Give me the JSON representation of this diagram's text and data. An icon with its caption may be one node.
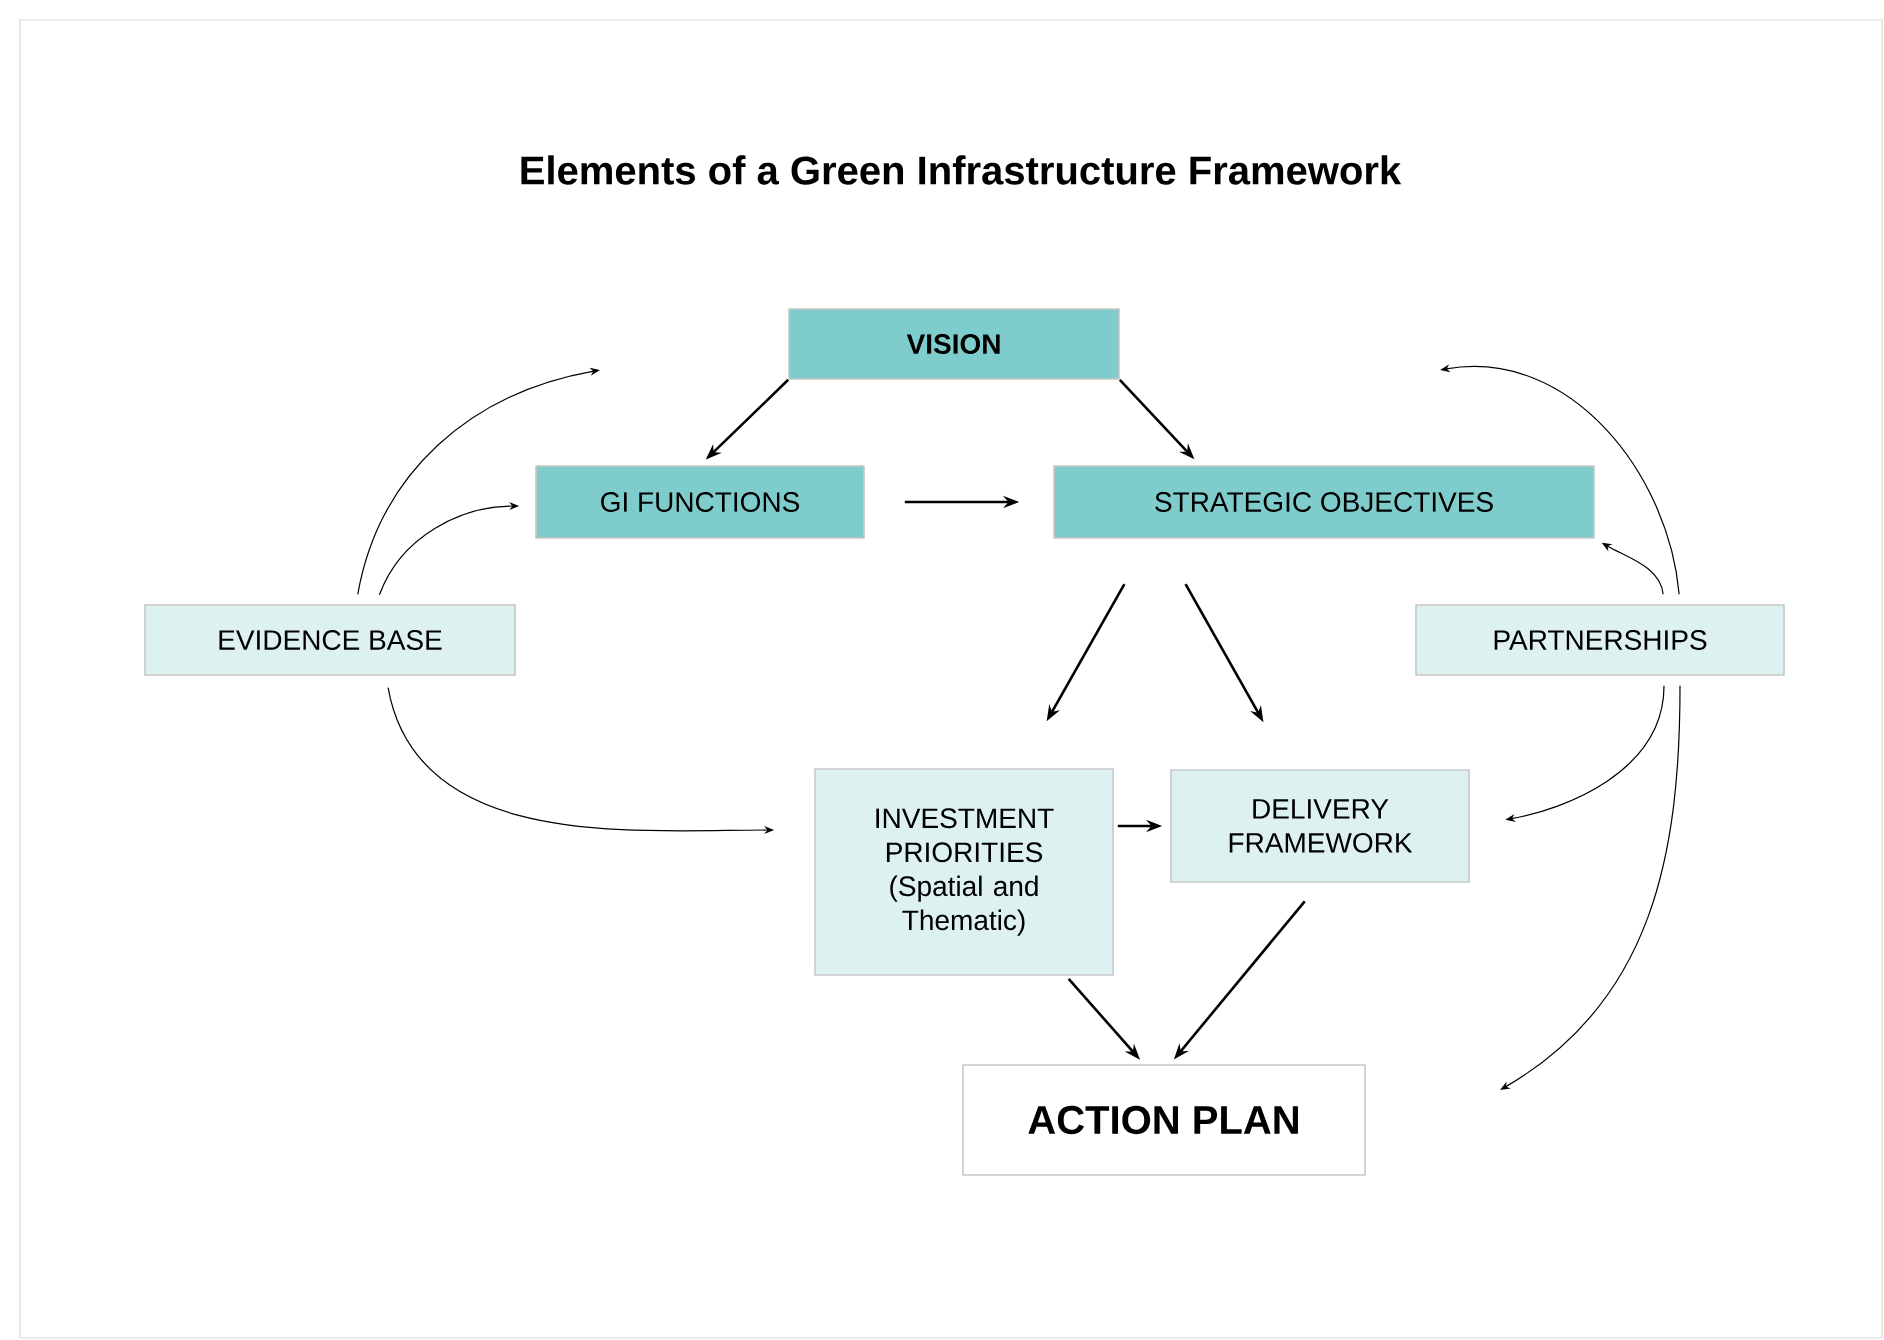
{
  "diagram": {
    "title": "Elements of a Green Infrastructure Framework",
    "nodes": [
      {
        "text": [
          "VISION"
        ]
      },
      {
        "text": [
          "GI FUNCTIONS"
        ]
      },
      {
        "text": [
          "STRATEGIC OBJECTIVES"
        ]
      },
      {
        "text": [
          "EVIDENCE BASE"
        ]
      },
      {
        "text": [
          "PARTNERSHIPS"
        ]
      },
      {
        "text": [
          "INVESTMENT PRIORITIES",
          "(Spatial and Thematic)"
        ]
      },
      {
        "text": [
          "DELIVERY FRAMEWORK"
        ]
      },
      {
        "text": [
          "ACTION PLAN"
        ]
      }
    ],
    "edges": [
      {
        "from": 0,
        "to": 1,
        "arrow": "to"
      },
      {
        "from": 0,
        "to": 2,
        "arrow": "to"
      },
      {
        "from": 1,
        "to": 2,
        "arrow": "to"
      },
      {
        "from": 2,
        "to": 5,
        "arrow": "to"
      },
      {
        "from": 2,
        "to": 6,
        "arrow": "to"
      },
      {
        "from": 5,
        "to": 6,
        "arrow": "to"
      },
      {
        "from": 5,
        "to": 7,
        "arrow": "to"
      },
      {
        "from": 6,
        "to": 7,
        "arrow": "to"
      },
      {
        "from": 3,
        "to": null,
        "arrow": "to"
      },
      {
        "from": 3,
        "to": 1,
        "arrow": "to"
      },
      {
        "from": 3,
        "to": 5,
        "arrow": "to"
      },
      {
        "from": 4,
        "to": null,
        "arrow": "to"
      },
      {
        "from": 4,
        "to": 2,
        "arrow": "to"
      },
      {
        "from": 4,
        "to": 6,
        "arrow": "to"
      },
      {
        "from": 4,
        "to": null,
        "arrow": "to"
      }
    ]
  }
}
